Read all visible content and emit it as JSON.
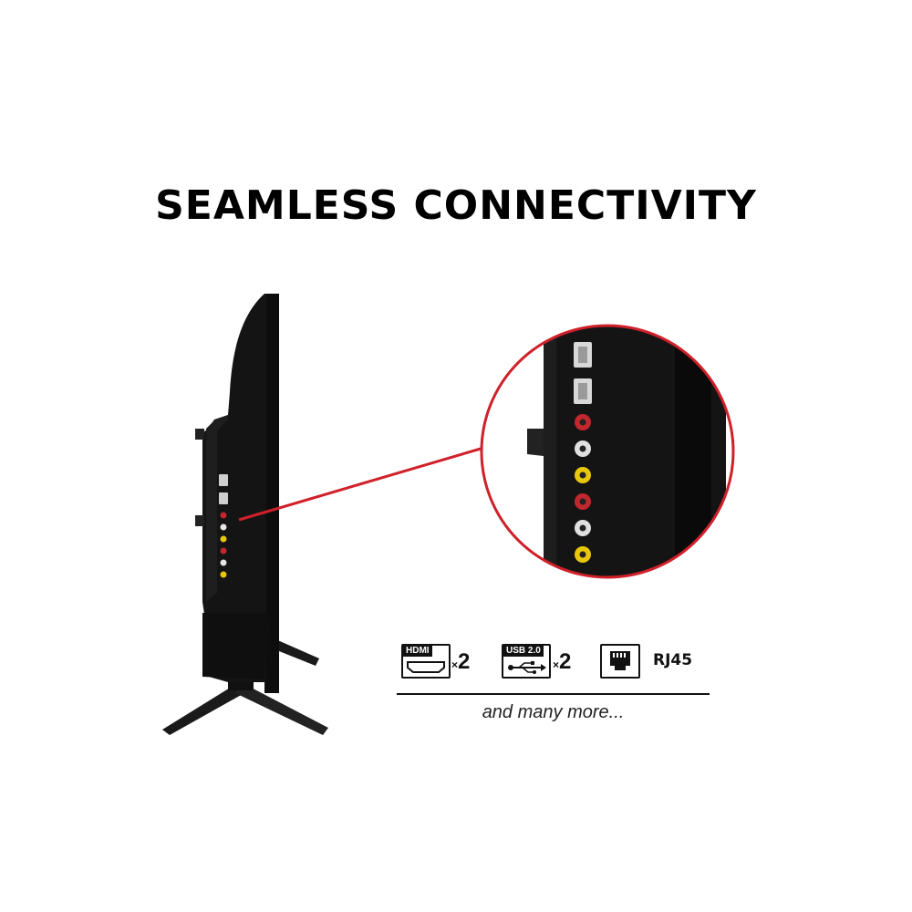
{
  "headline": "SEAMLESS CONNECTIVITY",
  "colors": {
    "accent": "#d0202a",
    "tv_body": "#111111",
    "background": "#ffffff"
  },
  "ports": [
    {
      "label": "HDMI",
      "multiplier_sign": "×",
      "count": "2",
      "icon": "hdmi-port-icon"
    },
    {
      "label": "USB 2.0",
      "multiplier_sign": "×",
      "count": "2",
      "icon": "usb-icon"
    },
    {
      "label": "RJ45",
      "icon": "ethernet-port-icon"
    }
  ],
  "footer_note": "and many more..."
}
